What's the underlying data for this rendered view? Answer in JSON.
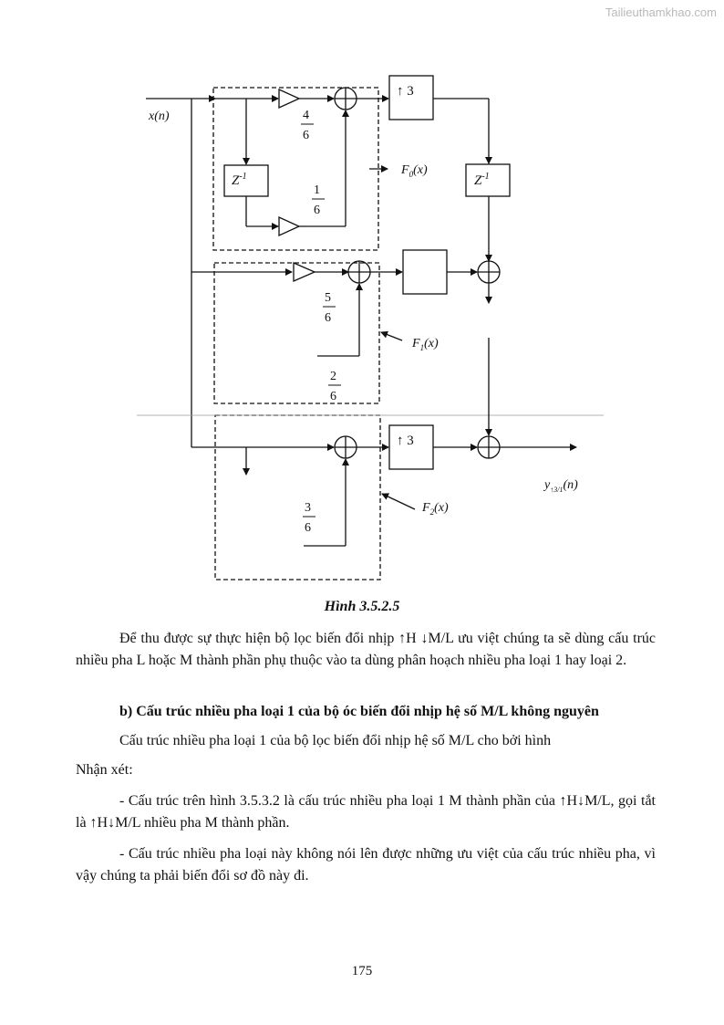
{
  "watermark": "Tailieuthamkhao.com",
  "figure": {
    "caption": "Hình 3.5.2.5",
    "input_label": "x(n)",
    "output_label": "y",
    "output_sub": "↑3/1",
    "output_arg": "(n)",
    "f0_label": "F",
    "f0_sub": "0",
    "f1_label": "F",
    "f1_sub": "1",
    "f2_label": "F",
    "f2_sub": "2",
    "f_arg": "(x)",
    "up3_label": "↑ 3",
    "delay_base": "Z",
    "delay_exp": "-1",
    "coef_4_6": {
      "num": "4",
      "den": "6"
    },
    "coef_1_6": {
      "num": "1",
      "den": "6"
    },
    "coef_5_6": {
      "num": "5",
      "den": "6"
    },
    "coef_2_6": {
      "num": "2",
      "den": "6"
    },
    "coef_3_6": {
      "num": "3",
      "den": "6"
    }
  },
  "text": {
    "p1": "Để thu được sự thực hiện bộ lọc biến đổi nhịp ↑H ↓M/L ưu việt chúng ta sẽ dùng cấu trúc nhiều pha L hoặc M thành phần phụ thuộc vào ta dùng phân hoạch nhiều pha loại 1 hay loại 2.",
    "heading": "b) Cấu trúc nhiều pha loại 1 của bộ óc biến đổi nhịp hệ số M/L không nguyên",
    "p2": "Cấu trúc nhiều pha loại 1 của bộ lọc biến đổi nhịp hệ số M/L cho bởi hình",
    "p3": "Nhận xét:",
    "p4": "- Cấu trúc trên hình 3.5.3.2 là cấu trúc nhiều pha loại 1 M thành phần của ↑H↓M/L, gọi tắt là ↑H↓M/L nhiều pha M thành phần.",
    "p5": "- Cấu trúc nhiều pha loại này không nói lên được những ưu việt của cấu trúc nhiều pha, vì vậy chúng ta phải biến đổi sơ đồ này đi."
  },
  "page_number": "175"
}
